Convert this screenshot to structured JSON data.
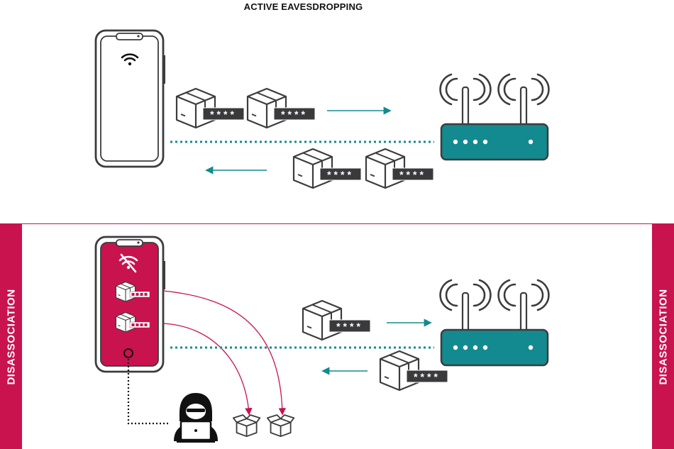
{
  "title": "ACTIVE EAVESDROPPING",
  "side_label_left": "DISASSOCIATION",
  "side_label_right": "DISASSOCIATION",
  "packet_mask": "****",
  "colors": {
    "outline": "#3c3c3e",
    "teal": "#138a8f",
    "accent": "#c8134f",
    "packet_dark": "#3a3a3c"
  },
  "icons": [
    "wifi-icon",
    "no-wifi-icon",
    "box-icon",
    "router-icon",
    "hacker-icon",
    "smartphone-icon"
  ]
}
